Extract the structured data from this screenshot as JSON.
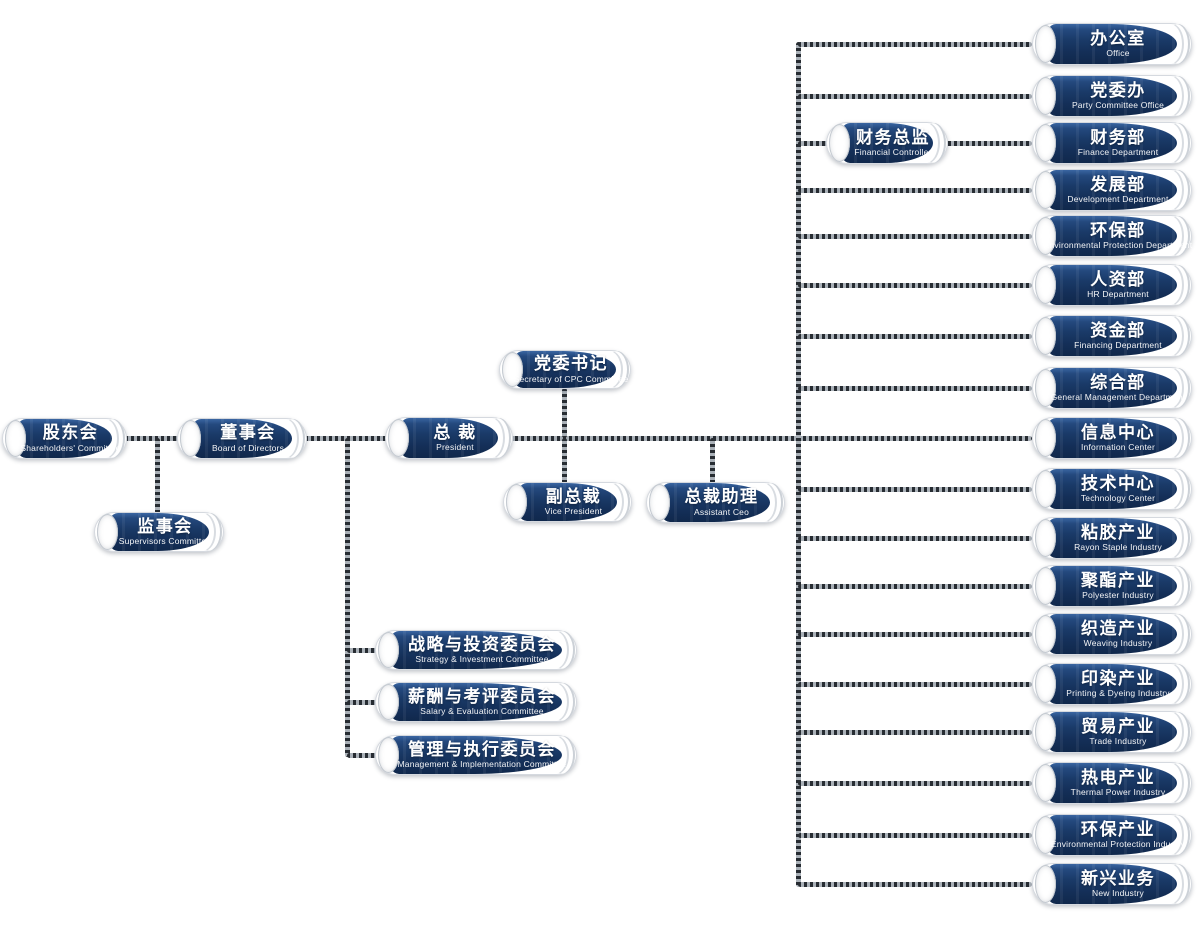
{
  "org": {
    "governance": [
      {
        "zh": "股东会",
        "en": "Shareholders' Committee"
      },
      {
        "zh": "监事会",
        "en": "Supervisors Committee"
      },
      {
        "zh": "董事会",
        "en": "Board of Directors"
      },
      {
        "zh": "总 裁",
        "en": "President"
      },
      {
        "zh": "党委书记",
        "en": "Secretary of CPC Committee"
      },
      {
        "zh": "副总裁",
        "en": "Vice President"
      },
      {
        "zh": "总裁助理",
        "en": "Assistant Ceo"
      },
      {
        "zh": "财务总监",
        "en": "Financial Controller"
      }
    ],
    "board_committees": [
      {
        "zh": "战略与投资委员会",
        "en": "Strategy & Investment Committee"
      },
      {
        "zh": "薪酬与考评委员会",
        "en": "Salary & Evaluation Committee"
      },
      {
        "zh": "管理与执行委员会",
        "en": "Management & Implementation Committee"
      }
    ],
    "departments": [
      {
        "zh": "办公室",
        "en": "Office"
      },
      {
        "zh": "党委办",
        "en": "Party Committee Office"
      },
      {
        "zh": "财务部",
        "en": "Finance Department"
      },
      {
        "zh": "发展部",
        "en": "Development Department"
      },
      {
        "zh": "环保部",
        "en": "Environmental Protection Department"
      },
      {
        "zh": "人资部",
        "en": "HR Department"
      },
      {
        "zh": "资金部",
        "en": "Financing Department"
      },
      {
        "zh": "综合部",
        "en": "General Management Department"
      },
      {
        "zh": "信息中心",
        "en": "Information Center"
      },
      {
        "zh": "技术中心",
        "en": "Technology Center"
      },
      {
        "zh": "粘胶产业",
        "en": "Rayon Staple Industry"
      },
      {
        "zh": "聚酯产业",
        "en": "Polyester Industry"
      },
      {
        "zh": "织造产业",
        "en": "Weaving Industry"
      },
      {
        "zh": "印染产业",
        "en": "Printing & Dyeing Industry"
      },
      {
        "zh": "贸易产业",
        "en": "Trade Industry"
      },
      {
        "zh": "热电产业",
        "en": "Thermal Power Industry"
      },
      {
        "zh": "环保产业",
        "en": "Environmental Protection Industry"
      },
      {
        "zh": "新兴业务",
        "en": "New Industry"
      }
    ]
  },
  "colors": {
    "background": "#ffffff",
    "pill_blue_top": "#3a66a2",
    "pill_blue_bottom": "#10284c",
    "chain_dark": "#272c32",
    "chain_light": "#aab1b8",
    "text": "#ffffff"
  }
}
